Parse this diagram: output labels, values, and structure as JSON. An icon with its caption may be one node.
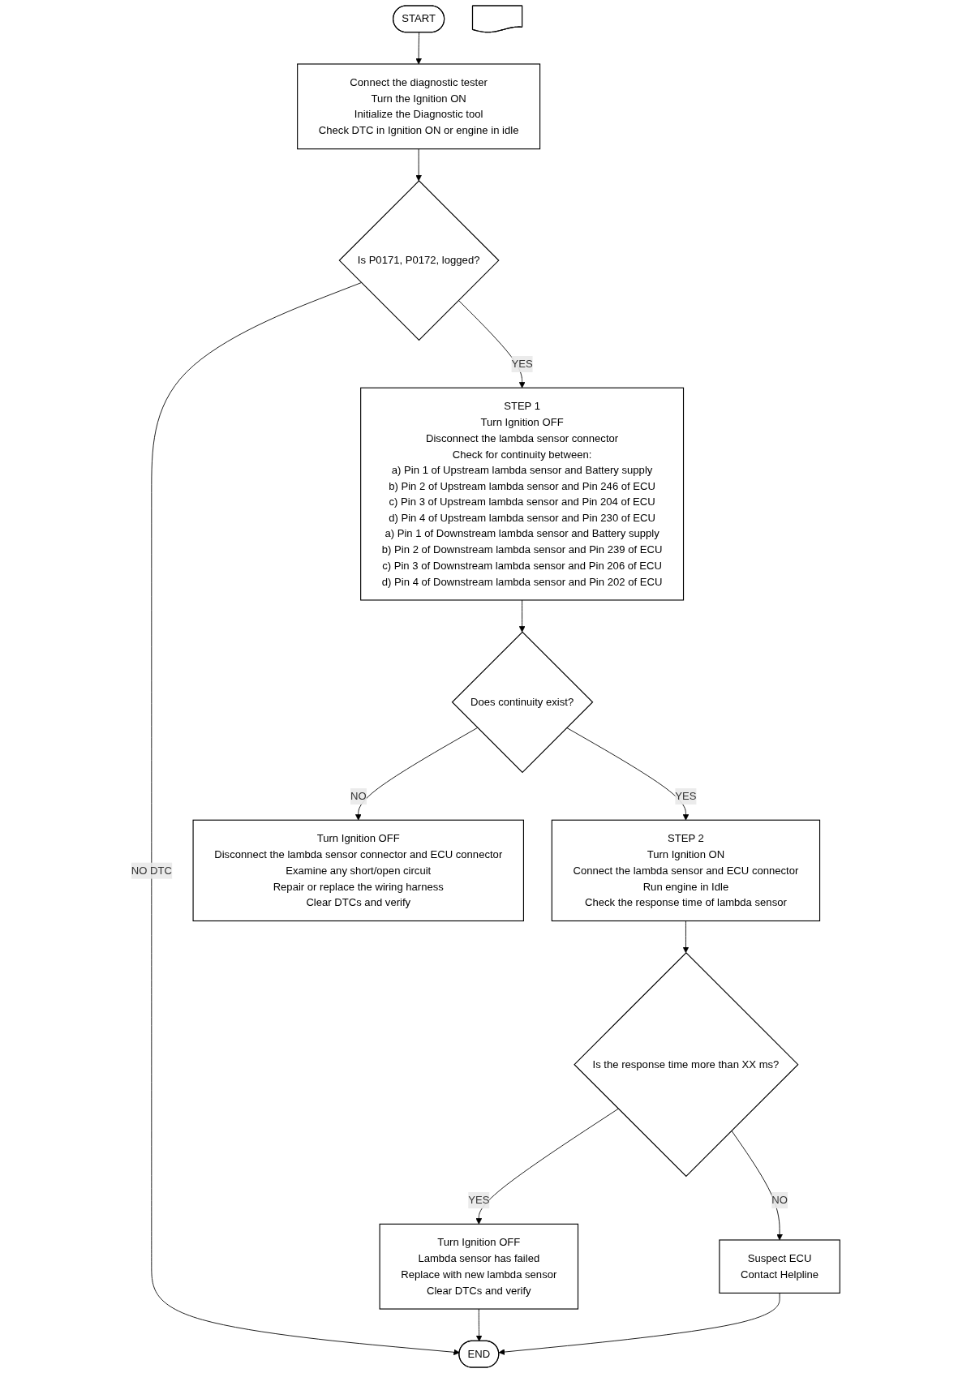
{
  "diagram": {
    "nodes": [
      {
        "text": [
          "START"
        ]
      },
      {
        "text": [],
        "shape": "document"
      },
      {
        "text": [
          "Connect the diagnostic tester",
          "Turn the Ignition ON",
          "Initialize the Diagnostic tool",
          "Check DTC in Ignition ON or engine in idle"
        ]
      },
      {
        "text": [
          "Is P0171, P0172, logged?"
        ]
      },
      {
        "text": [
          "STEP 1",
          "Turn Ignition OFF",
          "Disconnect the lambda sensor connector",
          "Check for continuity between:",
          "a) Pin 1 of Upstream lambda sensor and Battery supply",
          "b) Pin 2 of Upstream lambda sensor and Pin 246 of ECU",
          "c) Pin 3 of Upstream lambda sensor and Pin 204 of ECU",
          "d) Pin 4 of Upstream lambda sensor and Pin 230 of ECU",
          "a) Pin 1 of Downstream lambda sensor and Battery supply",
          "b) Pin 2 of Downstream lambda sensor and Pin 239 of ECU",
          "c) Pin 3 of Downstream lambda sensor and Pin 206 of ECU",
          "d) Pin 4 of Downstream lambda sensor and Pin 202 of ECU"
        ]
      },
      {
        "text": [
          "Does continuity exist?"
        ]
      },
      {
        "text": [
          "STEP 2",
          "Turn Ignition ON",
          "Connect the lambda sensor and ECU connector",
          "Run engine in Idle",
          "Check the response time of lambda sensor"
        ]
      },
      {
        "text": [
          "Turn Ignition OFF",
          "Disconnect the lambda sensor connector and ECU connector",
          "Examine any short/open circuit",
          "Repair or replace the wiring harness",
          "Clear DTCs and verify"
        ]
      },
      {
        "text": [
          "Is the response time more than XX ms?"
        ]
      },
      {
        "text": [
          "Turn Ignition OFF",
          "Lambda sensor has failed",
          "Replace with new lambda sensor",
          "Clear DTCs and verify"
        ]
      },
      {
        "text": [
          "Suspect ECU",
          "Contact Helpline"
        ]
      },
      {
        "text": [
          "END"
        ]
      }
    ],
    "edges": [
      {
        "from": 0,
        "to": 2,
        "arrow": "to"
      },
      {
        "from": 2,
        "to": 3,
        "arrow": "to"
      },
      {
        "from": 3,
        "to": 4,
        "arrow": "to",
        "label": "YES"
      },
      {
        "from": 3,
        "to": 11,
        "arrow": "to",
        "label": "NO DTC"
      },
      {
        "from": 4,
        "to": 5,
        "arrow": "to"
      },
      {
        "from": 5,
        "to": 6,
        "arrow": "to",
        "label": "YES"
      },
      {
        "from": 5,
        "to": 7,
        "arrow": "to",
        "label": "NO"
      },
      {
        "from": 6,
        "to": 8,
        "arrow": "to"
      },
      {
        "from": 8,
        "to": 9,
        "arrow": "to",
        "label": "YES"
      },
      {
        "from": 8,
        "to": 10,
        "arrow": "to",
        "label": "NO"
      },
      {
        "from": 9,
        "to": 11,
        "arrow": "to"
      },
      {
        "from": 10,
        "to": 11,
        "arrow": "to"
      }
    ]
  }
}
